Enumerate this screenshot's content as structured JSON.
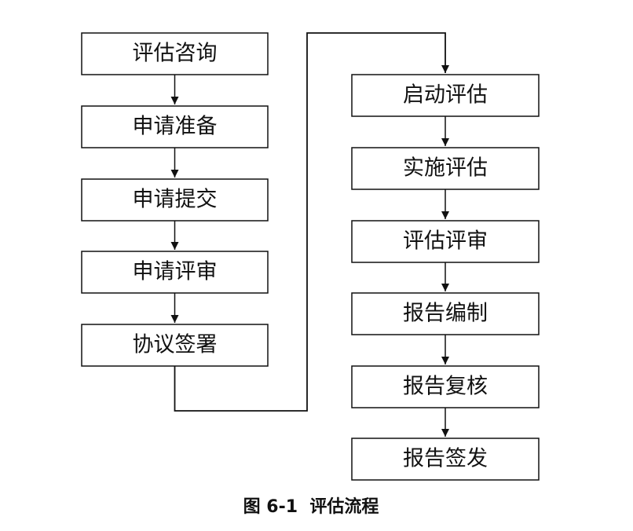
{
  "diagram": {
    "left_steps": [
      "评估咨询",
      "申请准备",
      "申请提交",
      "申请评审",
      "协议签署"
    ],
    "right_steps": [
      "启动评估",
      "实施评估",
      "评估评审",
      "报告编制",
      "报告复核",
      "报告签发"
    ],
    "caption": "图 6-1  评估流程"
  },
  "colors": {
    "line": "#111111",
    "text": "#111111",
    "background": "#ffffff"
  }
}
